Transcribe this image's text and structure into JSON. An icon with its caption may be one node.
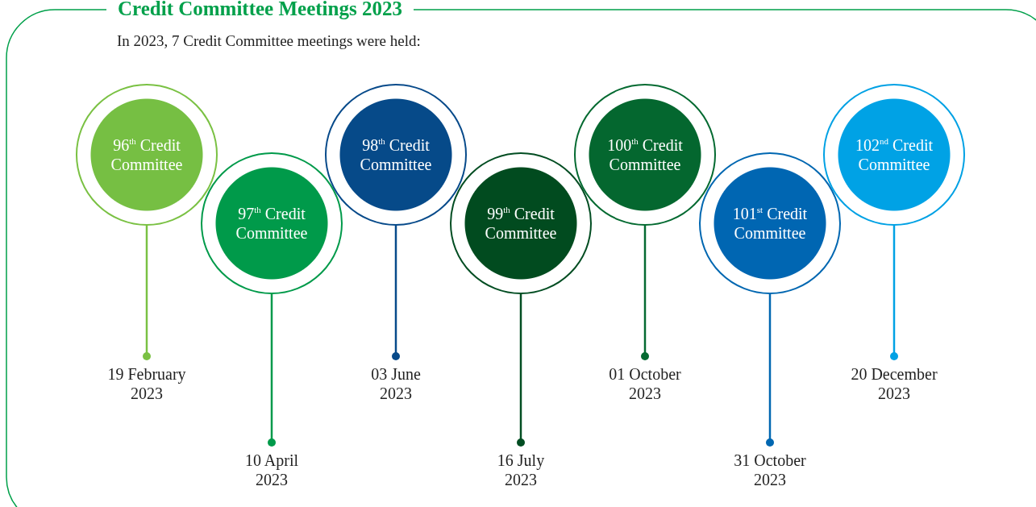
{
  "diagram": {
    "title": "Credit Committee Meetings 2023",
    "nodes": [
      {
        "text": [
          "96$^{th}$ Credit Committee"
        ]
      },
      {
        "text": [
          "19 February 2023"
        ]
      },
      {
        "text": [
          "97$^{th}$ Credit Committee"
        ]
      },
      {
        "text": [
          "10 April 2023"
        ]
      },
      {
        "text": [
          "98$^{th}$ Credit Committee"
        ]
      },
      {
        "text": [
          "03 June 2023"
        ]
      },
      {
        "text": [
          "99$^{th}$ Credit Committee"
        ]
      },
      {
        "text": [
          "16 July 2023"
        ]
      },
      {
        "text": [
          "100$^{th}$ Credit Committee"
        ]
      },
      {
        "text": [
          "01 October 2023"
        ]
      },
      {
        "text": [
          "101$^{st}$ Credit Committee"
        ]
      },
      {
        "text": [
          "31 October 2023"
        ]
      },
      {
        "text": [
          "102$^{nd}$ Credit Committee"
        ]
      },
      {
        "text": [
          "20 December 2023"
        ]
      }
    ],
    "edges": [
      {
        "from": 0,
        "to": 1,
        "arrow": "other",
        "color": "#7ac143"
      },
      {
        "from": 2,
        "to": 3,
        "arrow": "other",
        "color": "#009a4a"
      },
      {
        "from": 4,
        "to": 5,
        "arrow": "other",
        "color": "#074a8a"
      },
      {
        "from": 6,
        "to": 7,
        "arrow": "other",
        "color": "#024d22"
      },
      {
        "from": 8,
        "to": 9,
        "arrow": "other",
        "color": "#046a31"
      },
      {
        "from": 10,
        "to": 11,
        "arrow": "other",
        "color": "#0067b1"
      },
      {
        "from": 12,
        "to": 13,
        "arrow": "other",
        "color": "#00a1e4"
      }
    ],
    "labels": [
      "In 2023, 7 Credit Committee meetings were held:"
    ]
  }
}
